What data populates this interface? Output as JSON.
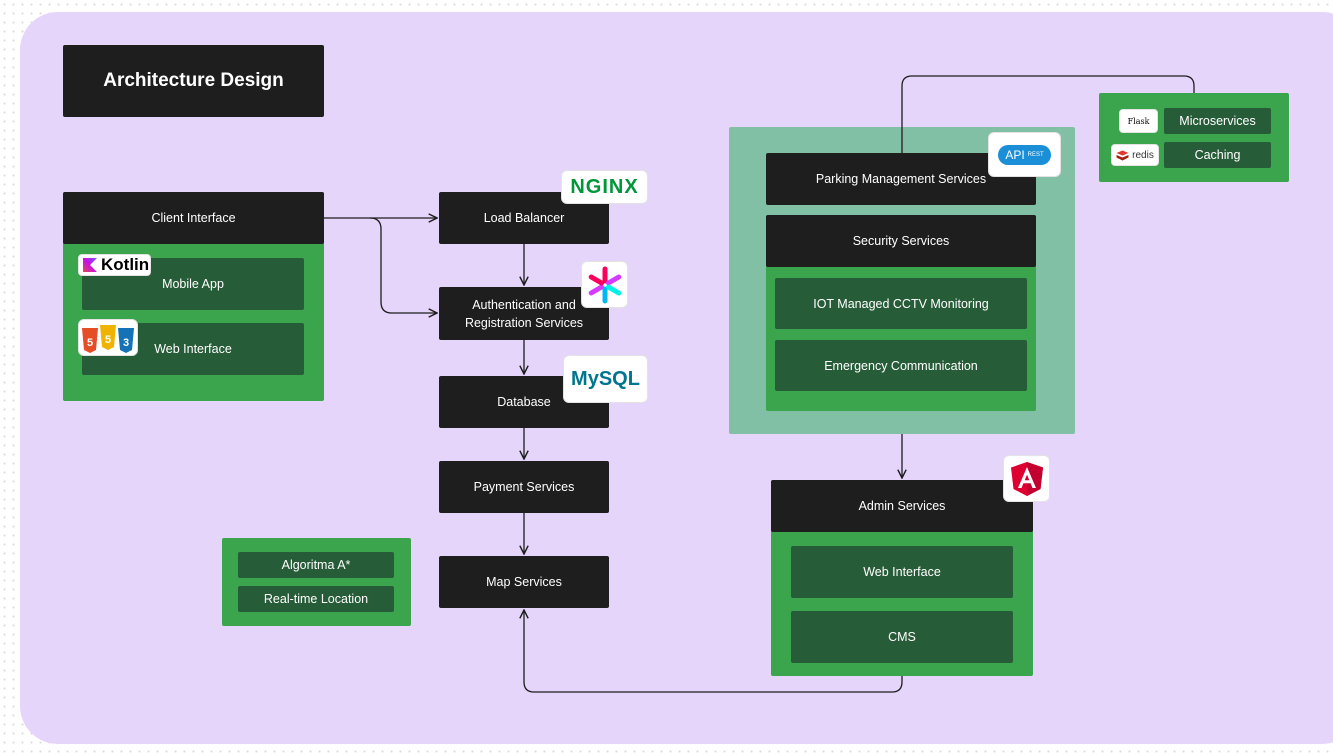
{
  "title": "Architecture Design",
  "client": {
    "header": "Client Interface",
    "mobile_app": "Mobile App",
    "web_interface": "Web Interface",
    "kotlin_logo": "Kotlin",
    "web_logos": [
      "HTML",
      "JS",
      "CSS"
    ]
  },
  "core": {
    "load_balancer": "Load Balancer",
    "auth_line1": "Authentication and",
    "auth_line2": "Registration Services",
    "database": "Database",
    "payment": "Payment Services",
    "map": "Map Services",
    "nginx_logo": "NGINX",
    "mysql_logo": "MySQL"
  },
  "map_features": {
    "algorithm": "Algoritma A*",
    "location": "Real-time Location"
  },
  "services": {
    "parking": "Parking Management Services",
    "security": "Security Services",
    "iot": "IOT Managed CCTV Monitoring",
    "emergency": "Emergency Communication",
    "api_logo": "API",
    "rest_logo": "REST"
  },
  "backend": {
    "microservices": "Microservices",
    "caching": "Caching",
    "flask_logo": "Flask",
    "redis_logo": "redis"
  },
  "admin": {
    "header": "Admin Services",
    "web_interface": "Web Interface",
    "cms": "CMS"
  },
  "colors": {
    "board": "#e6d5fb",
    "dark_box": "#1e1e1e",
    "green": "#3aa54d",
    "dark_green": "#275c38",
    "teal_panel": "#82c0a6"
  }
}
